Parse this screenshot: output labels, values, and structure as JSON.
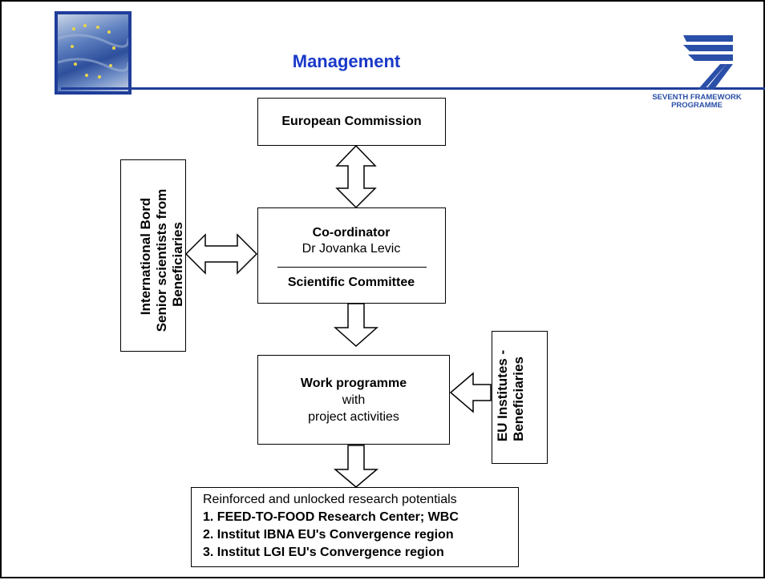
{
  "slide": {
    "title": "Management",
    "logo_text": [
      "SEVENTH FRAMEWORK",
      "PROGRAMME"
    ],
    "accent_color": "#1a39c8",
    "rule_color": "#1f3d9a"
  },
  "diagram": {
    "european_commission": "European Commission",
    "coordinator": {
      "heading": "Co-ordinator",
      "name": "Dr Jovanka Levic",
      "committee": "Scientific Committee"
    },
    "international_board": {
      "line1": "International Bord",
      "line2": "Senior scientists from",
      "line3": "Beneficiaries"
    },
    "work_programme": {
      "heading": "Work programme",
      "line2": "with",
      "line3": "project activities"
    },
    "eu_institutes": {
      "line1": "EU Institutes -",
      "line2": "Beneficiaries"
    },
    "results": {
      "heading": "Reinforced and unlocked research potentials",
      "items": [
        {
          "num": "1.",
          "text": "FEED-TO-FOOD Research Center; WBC"
        },
        {
          "num": "2.",
          "text": "Institut IBNA EU's Convergence region"
        },
        {
          "num": "3.",
          "text": "Institut LGI EU's Convergence region"
        }
      ]
    }
  }
}
